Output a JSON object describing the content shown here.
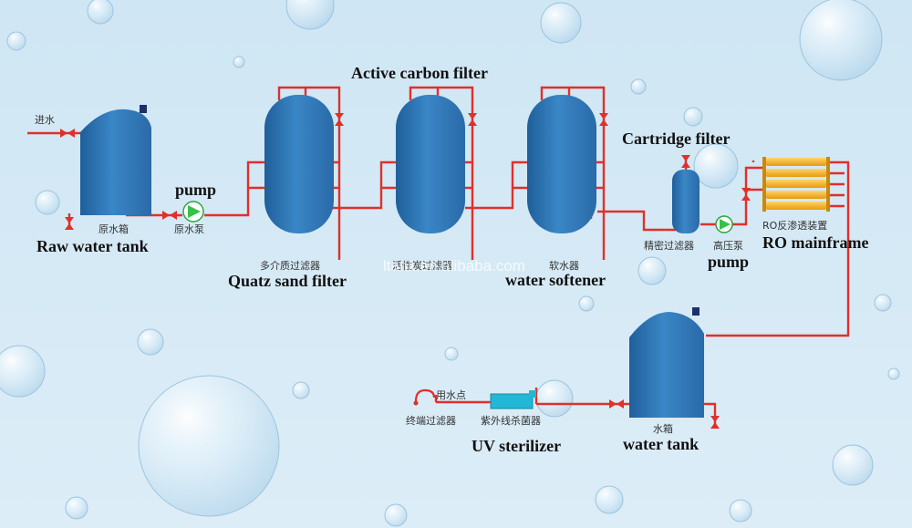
{
  "colors": {
    "background": "#d3e8f5",
    "tank": "#2f78b8",
    "pipe": "#e0302a",
    "pump": "#35c248",
    "membrane": "#f3b21a",
    "uv": "#22b7d6"
  },
  "labels": {
    "inlet": "进水",
    "raw_water_tank_cn": "原水箱",
    "raw_water_tank_en": "Raw water tank",
    "raw_pump_cn": "原水泵",
    "raw_pump_en": "pump",
    "sand_filter_cn": "多介质过滤器",
    "sand_filter_en": "Quatz sand filter",
    "carbon_filter_cn": "活性炭过滤器",
    "carbon_filter_en": "Active carbon filter",
    "softener_cn": "软水器",
    "softener_en": "water softener",
    "cartridge_filter_cn": "精密过滤器",
    "cartridge_filter_en": "Cartridge filter",
    "hp_pump_cn": "高压泵",
    "hp_pump_en": "pump",
    "ro_cn": "RO反渗透装置",
    "ro_en": "RO mainframe",
    "water_tank_cn": "水箱",
    "water_tank_en": "water tank",
    "use_point_cn": "用水点",
    "terminal_filter_cn": "终端过滤器",
    "uv_cn": "紫外线杀菌器",
    "uv_en": "UV sterilizer",
    "watermark": "ltank.en.alibaba.com"
  }
}
